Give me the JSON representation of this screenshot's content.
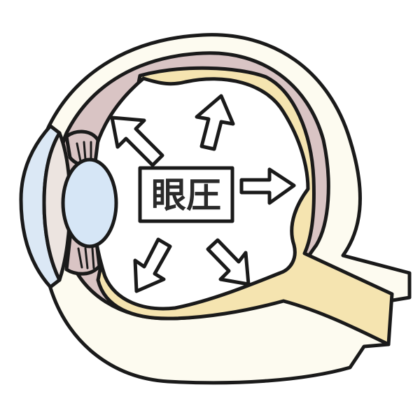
{
  "diagram": {
    "label": "眼圧",
    "colors": {
      "outline": "#1a1a1a",
      "sclera": "#fdfbf0",
      "choroid": "#d9c4c4",
      "retina": "#f5e4b0",
      "cornea": "#dbe8f5",
      "iris": "#ece4e0",
      "lens": "#d6e6f6",
      "interior": "#ffffff",
      "arrow_fill": "#ffffff"
    },
    "arrows": [
      {
        "name": "arrow-up-left",
        "direction": "up-left"
      },
      {
        "name": "arrow-up",
        "direction": "up"
      },
      {
        "name": "arrow-right",
        "direction": "right"
      },
      {
        "name": "arrow-down-left",
        "direction": "down-left"
      },
      {
        "name": "arrow-down-right",
        "direction": "down-right"
      }
    ]
  }
}
